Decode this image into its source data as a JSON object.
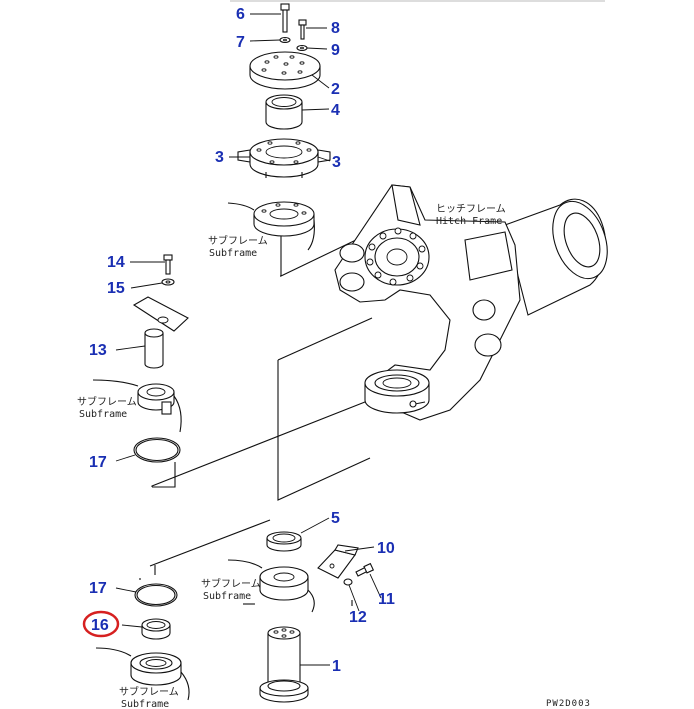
{
  "callouts": {
    "c1": "1",
    "c2": "2",
    "c3a": "3",
    "c3b": "3",
    "c4": "4",
    "c5": "5",
    "c6": "6",
    "c7": "7",
    "c8": "8",
    "c9": "9",
    "c10": "10",
    "c11": "11",
    "c12": "12",
    "c13": "13",
    "c14": "14",
    "c15": "15",
    "c16": "16",
    "c17a": "17",
    "c17b": "17"
  },
  "labels": {
    "hitch_jp": "ヒッチフレーム",
    "hitch_en": "Hitch Frame",
    "subframe1_jp": "サブフレーム",
    "subframe1_en": "Subframe",
    "subframe2_jp": "サブフレーム",
    "subframe2_en": "Subframe",
    "subframe3_jp": "サブフレーム",
    "subframe3_en": "Subframe",
    "subframe4_jp": "サブフレーム",
    "subframe4_en": "Subframe"
  },
  "drawing_ref": "PW2D003",
  "highlight_color": "#d62020",
  "callout_color": "#1a2fb3"
}
